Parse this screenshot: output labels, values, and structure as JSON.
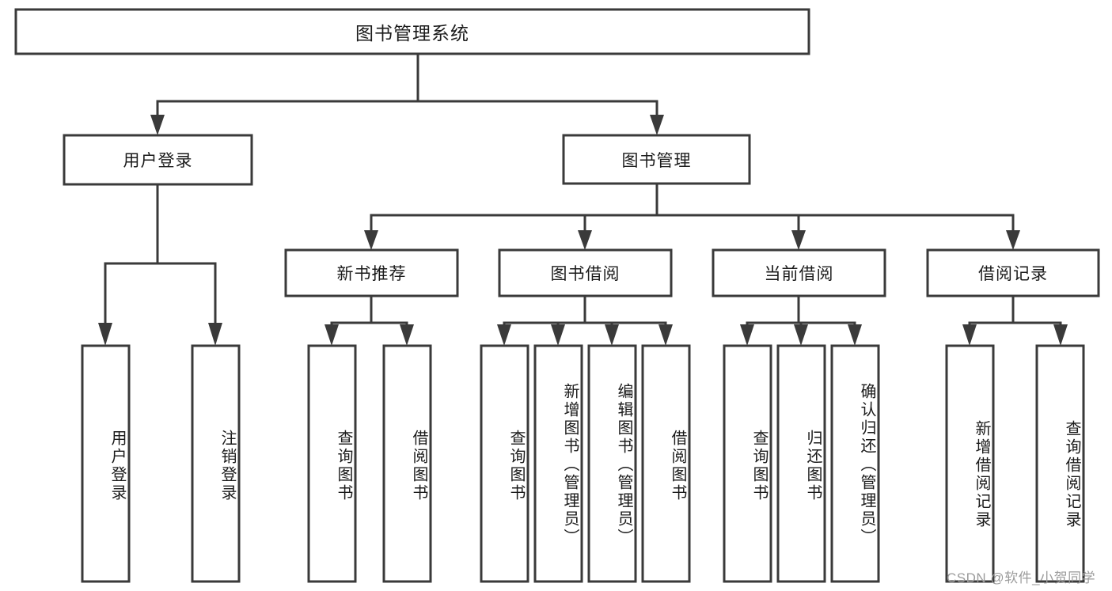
{
  "diagram": {
    "type": "tree-hierarchy",
    "title": "图书管理系统",
    "watermark": "CSDN @软件_小贺同学",
    "colors": {
      "stroke": "#3a3a3a",
      "fill": "#ffffff",
      "text": "#1b1b1b",
      "watermark": "#9b9b9b"
    },
    "levels": {
      "root": {
        "label": "图书管理系统"
      },
      "level1": [
        {
          "label": "用户登录"
        },
        {
          "label": "图书管理"
        }
      ],
      "level2": [
        {
          "label": "新书推荐"
        },
        {
          "label": "图书借阅"
        },
        {
          "label": "当前借阅"
        },
        {
          "label": "借阅记录"
        }
      ],
      "leaves": {
        "user_login": [
          {
            "label": "用户登录"
          },
          {
            "label": "注销登录"
          }
        ],
        "new_book_recommend": [
          {
            "label": "查询图书"
          },
          {
            "label": "借阅图书"
          }
        ],
        "book_borrow": [
          {
            "label": "查询图书"
          },
          {
            "label": "新增图书（管理员）"
          },
          {
            "label": "编辑图书（管理员）"
          },
          {
            "label": "借阅图书"
          }
        ],
        "current_borrow": [
          {
            "label": "查询图书"
          },
          {
            "label": "归还图书"
          },
          {
            "label": "确认归还（管理员）"
          }
        ],
        "borrow_record": [
          {
            "label": "新增借阅记录"
          },
          {
            "label": "查询借阅记录"
          }
        ]
      }
    }
  }
}
